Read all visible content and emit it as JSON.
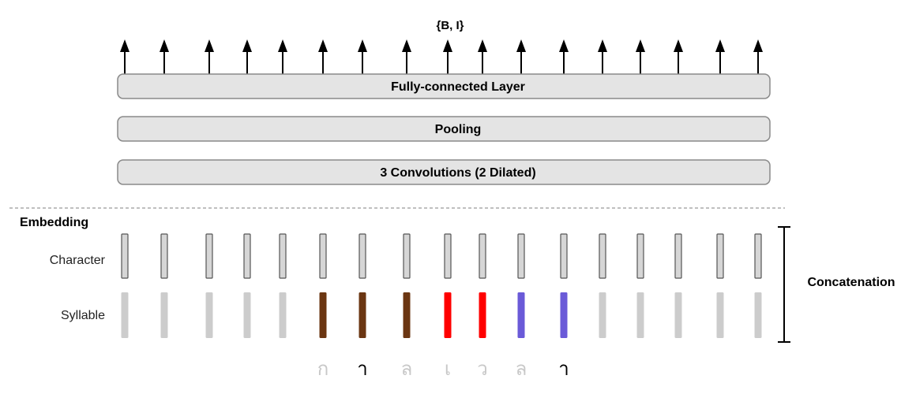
{
  "output_label": "{B, I}",
  "layers": [
    {
      "label": "Fully-connected Layer"
    },
    {
      "label": "Pooling"
    },
    {
      "label": "3 Convolutions (2 Dilated)"
    }
  ],
  "embedding_title": "Embedding",
  "row_labels": {
    "character": "Character",
    "syllable": "Syllable"
  },
  "concatenation_label": "Concatenation",
  "thai_characters": [
    {
      "char": "ก",
      "color": "#c8c8c8"
    },
    {
      "char": "า",
      "color": "#000000"
    },
    {
      "char": "ล",
      "color": "#c8c8c8"
    },
    {
      "char": "เ",
      "color": "#c8c8c8"
    },
    {
      "char": "ว",
      "color": "#c8c8c8"
    },
    {
      "char": "ล",
      "color": "#c8c8c8"
    },
    {
      "char": "า",
      "color": "#000000"
    }
  ],
  "syllable_colors": [
    "#cccccc",
    "#cccccc",
    "#cccccc",
    "#cccccc",
    "#cccccc",
    "#6b3612",
    "#6b3612",
    "#6b3612",
    "#ff0000",
    "#ff0000",
    "#6a5ad8",
    "#6a5ad8",
    "#cccccc",
    "#cccccc",
    "#cccccc",
    "#cccccc",
    "#cccccc"
  ],
  "colors": {
    "layer_fill": "#e4e4e4",
    "layer_stroke": "#8a8a8a",
    "character_fill": "#d6d6d6",
    "character_stroke": "#555555"
  }
}
